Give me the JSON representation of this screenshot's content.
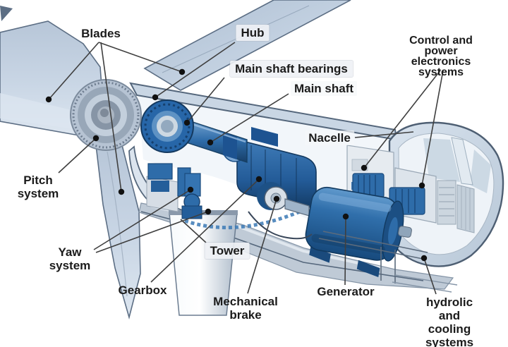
{
  "diagram": {
    "title": "Wind turbine components cutaway diagram",
    "labels": {
      "blades": "Blades",
      "hub": "Hub",
      "main_shaft_bearings": "Main shaft bearings",
      "main_shaft": "Main shaft",
      "nacelle": "Nacelle",
      "control_power_electronics": "Control and\npower electronics\nsystems",
      "pitch_system": "Pitch\nsystem",
      "yaw_system": "Yaw\nsystem",
      "tower": "Tower",
      "gearbox": "Gearbox",
      "mechanical_brake": "Mechanical\nbrake",
      "generator": "Generator",
      "hydraulic_cooling": "hydrolic and\ncooling systems"
    },
    "colors": {
      "background": "#ffffff",
      "blade_fill": "#c4d2e2",
      "shell_fill": "#cfdbe8",
      "machinery_blue": "#2e6ca9",
      "machinery_blue_dark": "#16406e",
      "bedplate_gray": "#bfcad6",
      "leader_line": "#3f3f3f",
      "dot": "#111111",
      "text": "#1b1b1b",
      "label_box": "#eef1f5"
    }
  }
}
